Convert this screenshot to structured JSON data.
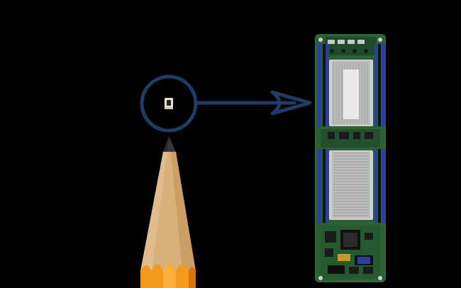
{
  "scene": {
    "description_items": {
      "pencil": "pencil",
      "chip": "tiny-chip",
      "magnifier": "highlight-circle",
      "arrow": "arrow",
      "board": "server-motherboard"
    }
  },
  "colors": {
    "background": "#000000",
    "circle_stroke": "#1f3c67",
    "arrow": "#1f3c67",
    "wood": "#d7b07a",
    "wood_dark": "#b98a52",
    "pencil_paint": "#f39a1c",
    "pencil_paint_dark": "#d7740a",
    "graphite": "#2a2a2a",
    "pcb": "#2f6b3a",
    "pcb_dark": "#1f4b2a",
    "heatsink": "#c8c8c8",
    "dimm_blue": "#2b3f9c"
  }
}
